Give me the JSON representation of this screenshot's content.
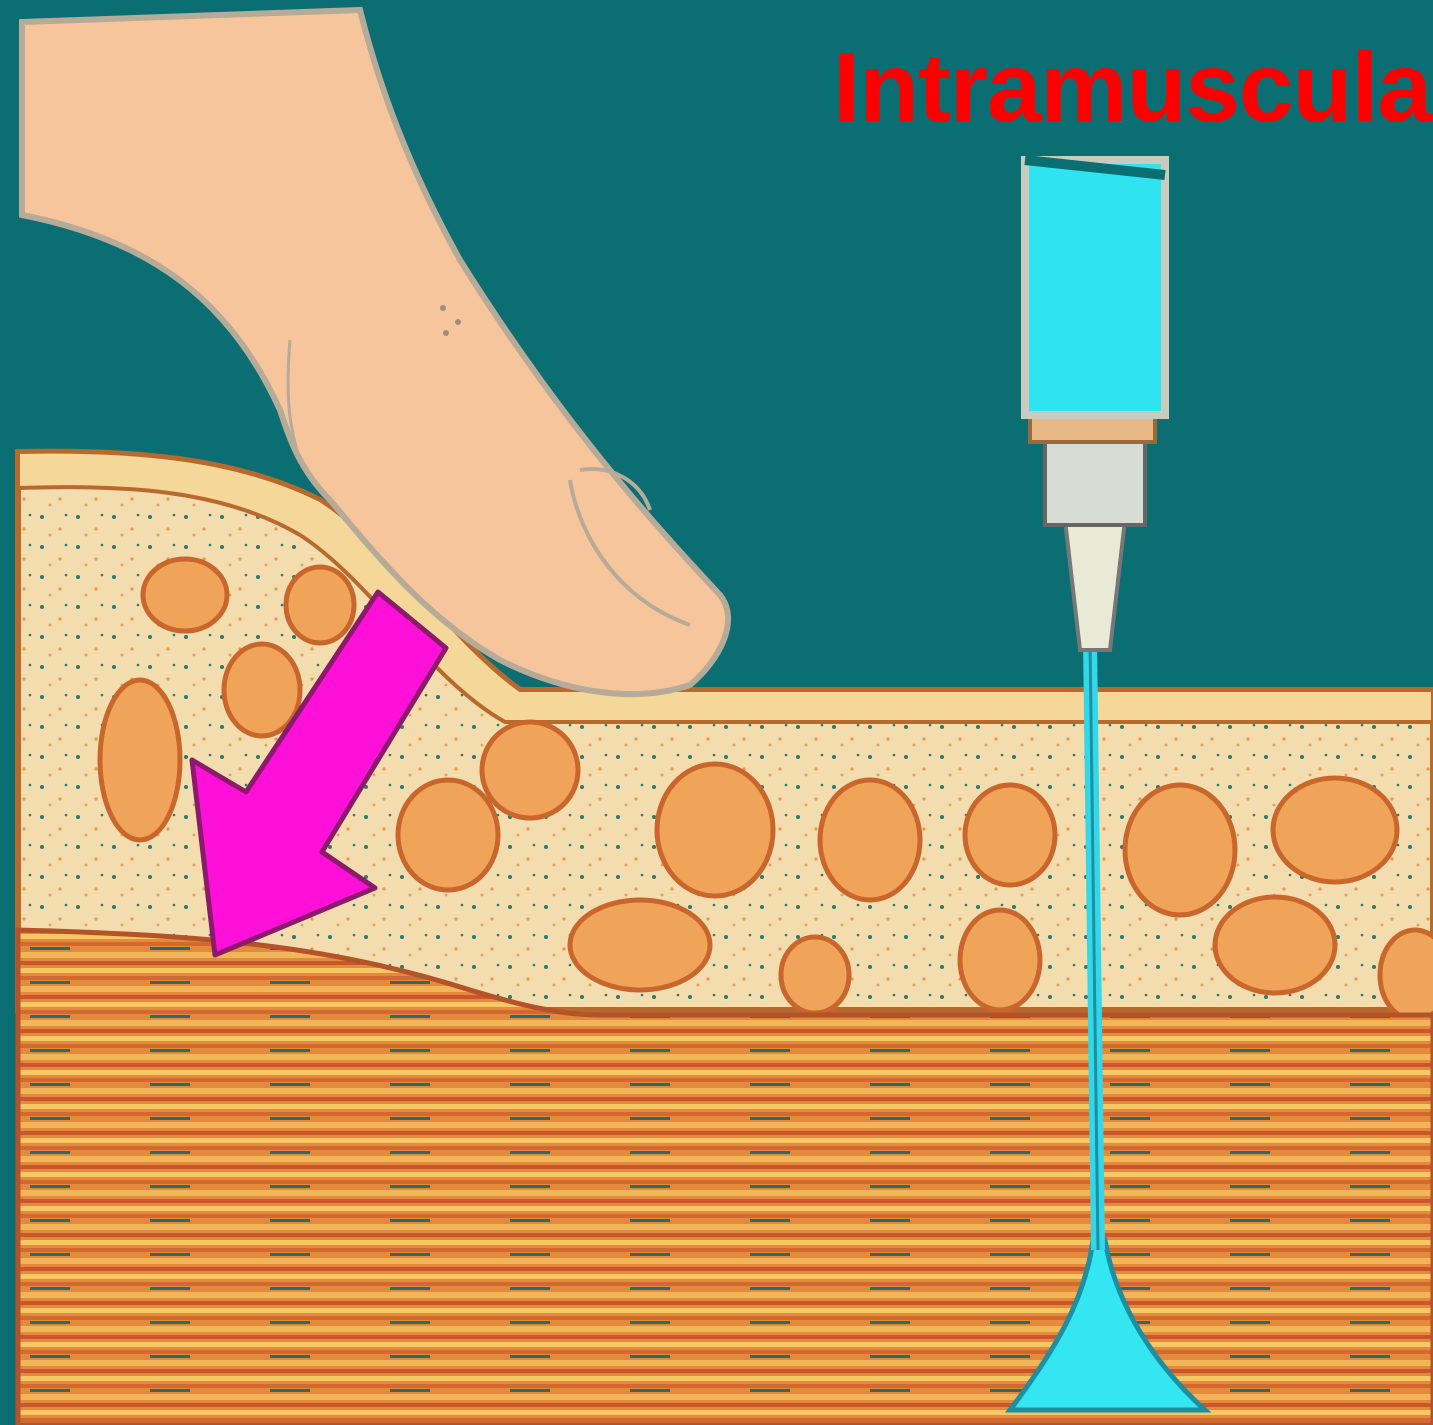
{
  "title": "Intramuscular",
  "colors": {
    "background": "#0a6e72",
    "title": "#ff0000",
    "arrow": "#ff10d8",
    "skin": "#f7c59c",
    "fat_layer": "#f4dfb2",
    "muscle": "#e0823c",
    "fluid": "#33e6f2"
  },
  "icons": {
    "finger": "finger-pressing-skin",
    "arrow": "downward-pointing-arrow",
    "syringe": "syringe-icon"
  }
}
